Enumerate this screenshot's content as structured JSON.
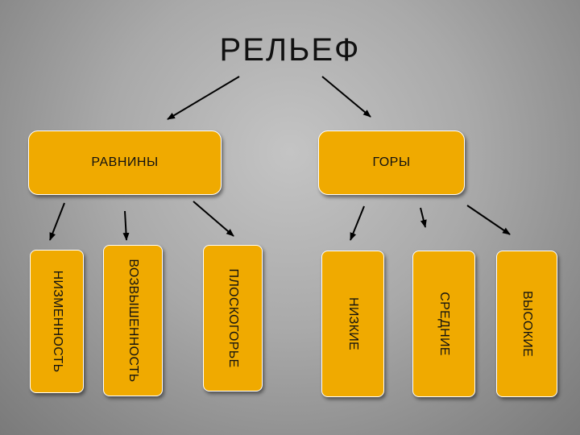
{
  "title": "РЕЛЬЕФ",
  "categories": [
    {
      "label": "РАВНИНЫ",
      "subtypes": [
        "НИЗМЕННОСТЬ",
        "ВОЗВЫШЕННОСТЬ",
        "ПЛОСКОГОРЬЕ"
      ]
    },
    {
      "label": "ГОРЫ",
      "subtypes": [
        "НИЗКИЕ",
        "СРЕДНИЕ",
        "ВЫСОКИЕ"
      ]
    }
  ],
  "colors": {
    "box_fill": "#f0aa00",
    "box_border": "#ffffff",
    "arrow": "#000000",
    "text": "#111111"
  }
}
